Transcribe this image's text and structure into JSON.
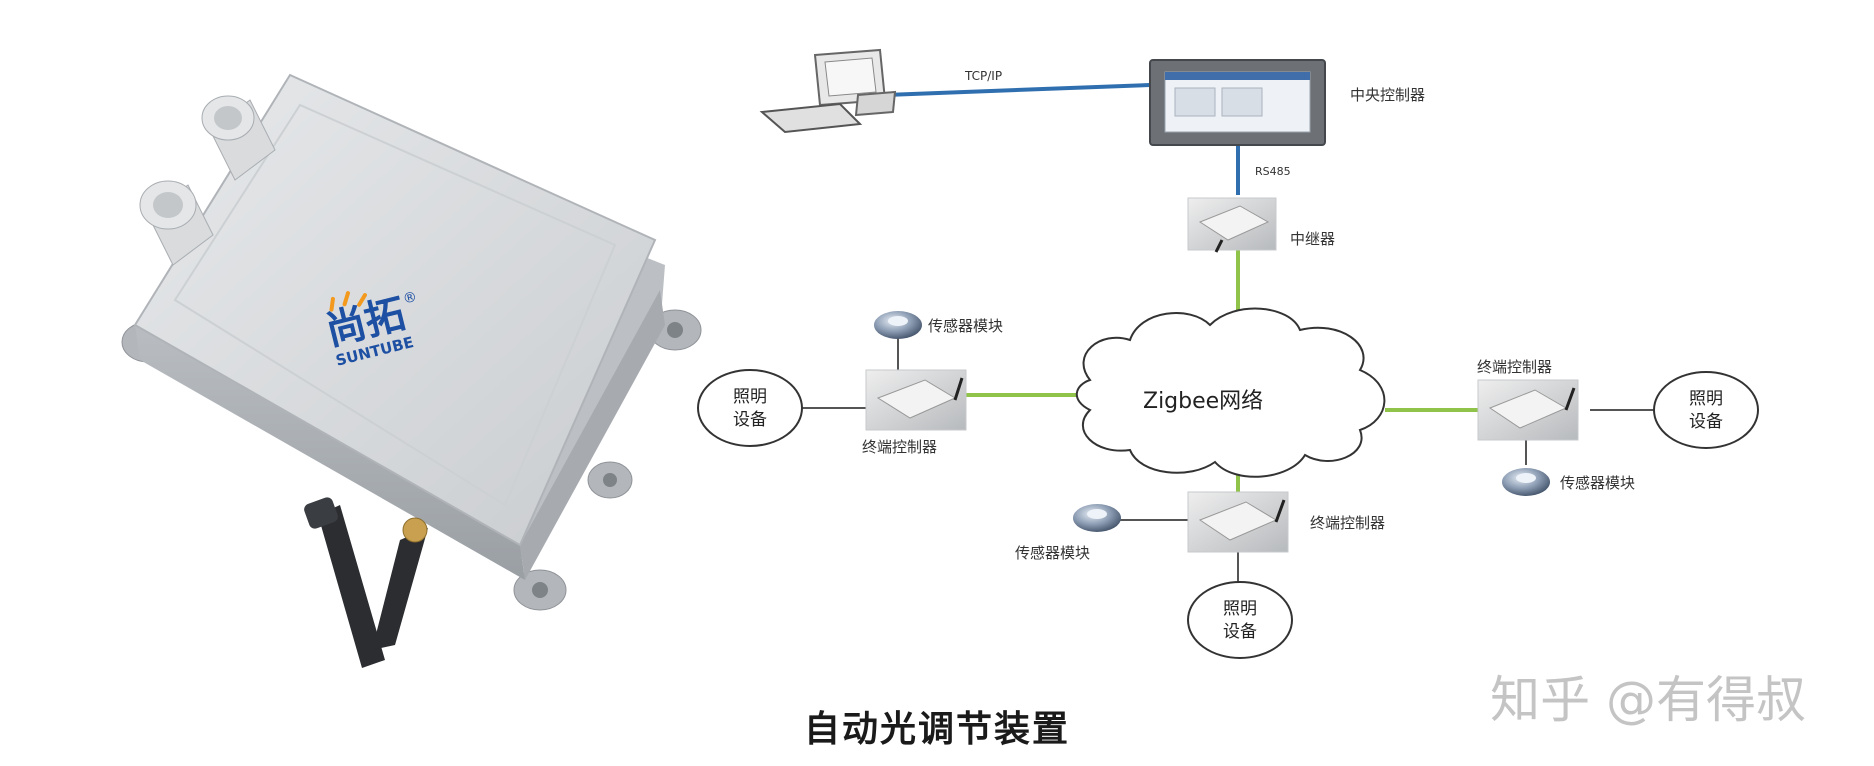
{
  "product": {
    "brand_cn": "尚拓",
    "brand_en": "SUNTUBE",
    "registered_mark": "®"
  },
  "diagram": {
    "link_pc": "TCP/IP",
    "link_rs": "RS485",
    "central_controller": "中央控制器",
    "repeater": "中继器",
    "network": "Zigbee网络",
    "terminal_left": "终端控制器",
    "terminal_right": "终端控制器",
    "terminal_bottom": "终端控制器",
    "sensor_left": "传感器模块",
    "sensor_right": "传感器模块",
    "sensor_bottom": "传感器模块",
    "lighting_left": [
      "照明",
      "设备"
    ],
    "lighting_right": [
      "照明",
      "设备"
    ],
    "lighting_bottom": [
      "照明",
      "设备"
    ]
  },
  "caption": "自动光调节装置",
  "watermark": "知乎 @有得叔",
  "colors": {
    "ethernet_line": "#2f6fb0",
    "zigbee_line": "#8fc34a",
    "device_body": "#d4d6d8",
    "brand_blue": "#1d4fa3",
    "brand_orange": "#f39a1e"
  }
}
